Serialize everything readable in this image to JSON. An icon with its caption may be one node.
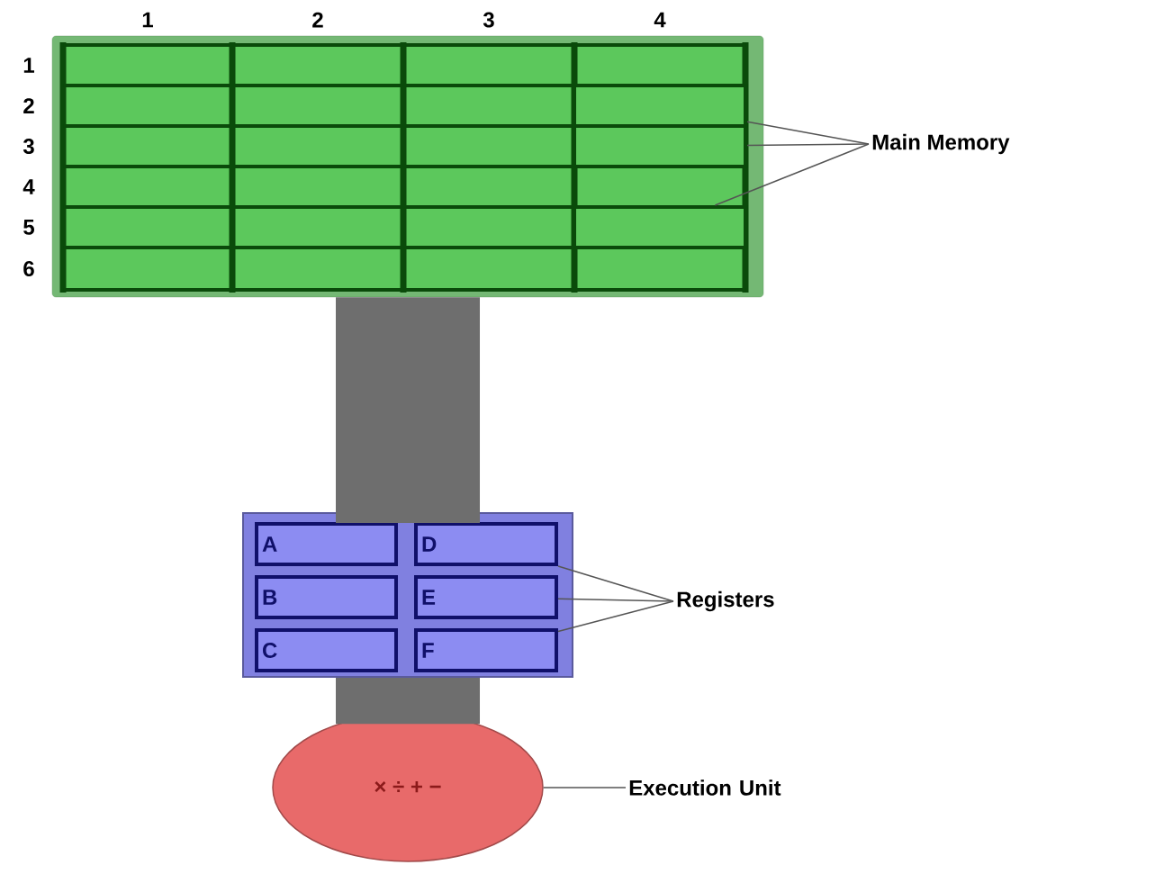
{
  "diagram": {
    "nodes": [
      {
        "text": [],
        "shape": "box"
      },
      {
        "text": [],
        "shape": "box",
        "in": 0
      },
      {
        "text": [],
        "shape": "box",
        "in": 0
      },
      {
        "text": [],
        "shape": "box",
        "in": 0
      },
      {
        "text": [
          "Main Memory"
        ]
      },
      {
        "text": [],
        "shape": "box"
      },
      {
        "text": [
          "A"
        ],
        "in": 5
      },
      {
        "text": [
          "D"
        ],
        "in": 5
      },
      {
        "text": [
          "B"
        ],
        "in": 5
      },
      {
        "text": [
          "E"
        ],
        "in": 5
      },
      {
        "text": [
          "C"
        ],
        "in": 5
      },
      {
        "text": [
          "F"
        ],
        "in": 5
      },
      {
        "text": [
          "Registers"
        ]
      },
      {
        "text": [
          "× ÷ + −"
        ]
      },
      {
        "text": [
          "Execution Unit"
        ]
      }
    ],
    "edges": [
      {
        "from": 0,
        "to": 5,
        "arrow": "none",
        "style": "thick",
        "color": "#6e6e6e"
      },
      {
        "from": 5,
        "to": 13,
        "arrow": "none",
        "style": "thick",
        "color": "#6e6e6e"
      },
      {
        "from": 4,
        "to": 1,
        "arrow": "none"
      },
      {
        "from": 4,
        "to": 2,
        "arrow": "none"
      },
      {
        "from": 4,
        "to": 3,
        "arrow": "none"
      },
      {
        "from": 12,
        "to": 7,
        "arrow": "none"
      },
      {
        "from": 12,
        "to": 9,
        "arrow": "none"
      },
      {
        "from": 12,
        "to": 11,
        "arrow": "none"
      },
      {
        "from": 14,
        "to": 13,
        "arrow": "none"
      }
    ],
    "labels": [
      "1",
      "2",
      "3",
      "4",
      "1",
      "2",
      "3",
      "4",
      "5",
      "6"
    ]
  }
}
